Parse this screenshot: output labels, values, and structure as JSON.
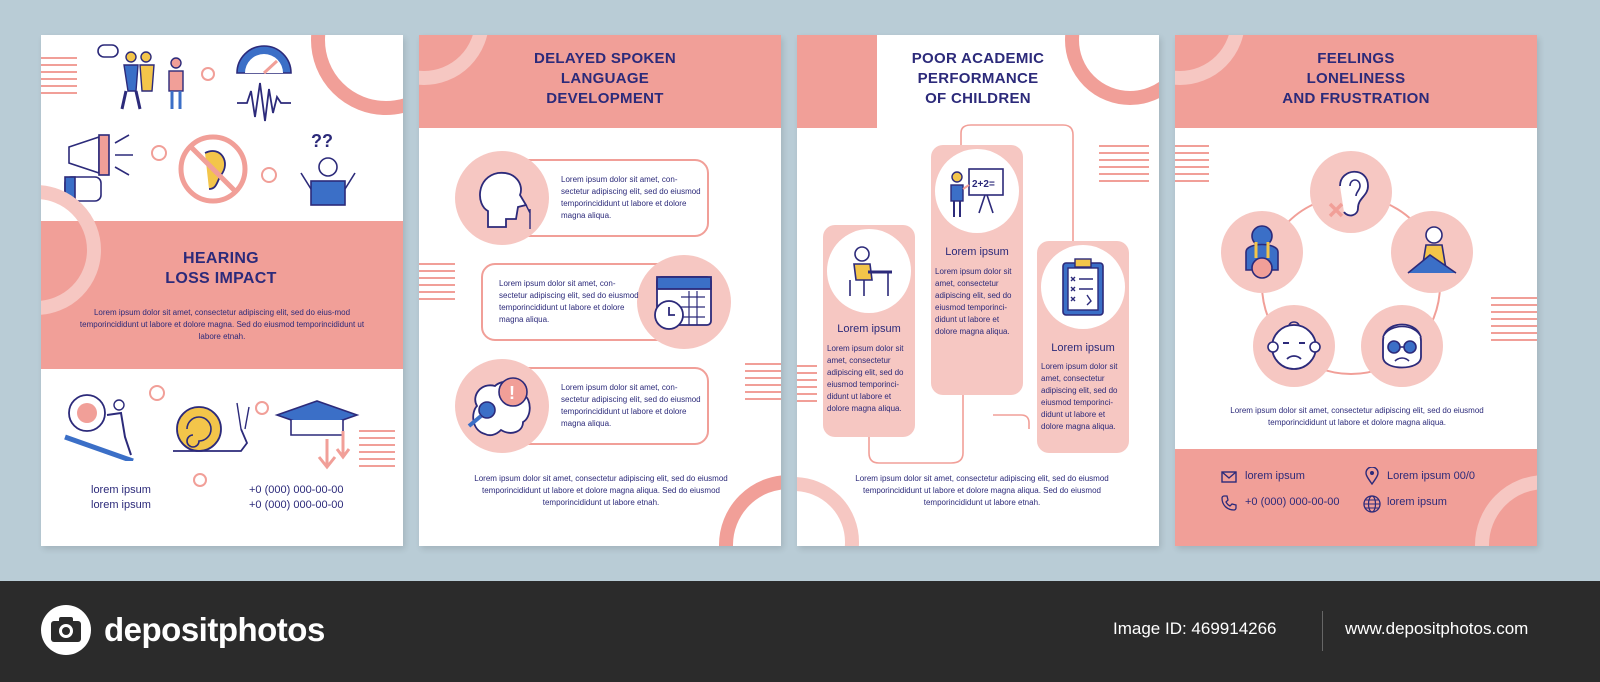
{
  "page1": {
    "title_line1": "HEARING",
    "title_line2": "LOSS IMPACT",
    "body": "Lorem ipsum dolor sit amet, consectetur adipiscing elit, sed do eius-mod temporincididunt ut labore et dolore magna. Sed do eiusmod temporincididunt ut labore etnah.",
    "contact_left": [
      "lorem ipsum",
      "lorem ipsum"
    ],
    "contact_right": [
      "+0 (000) 000-00-00",
      "+0 (000) 000-00-00"
    ]
  },
  "page2": {
    "title": [
      "DELAYED SPOKEN",
      "LANGUAGE",
      "DEVELOPMENT"
    ],
    "items": [
      "Lorem ipsum dolor sit amet, con-sectetur adipiscing elit, sed do eiusmod temporincididunt ut labore et dolore magna aliqua.",
      "Lorem ipsum dolor sit amet, con-sectetur adipiscing elit, sed do eiusmod temporincididunt ut labore et dolore magna aliqua.",
      "Lorem ipsum dolor sit amet, con-sectetur adipiscing elit, sed do eiusmod temporincididunt ut labore et dolore magna aliqua."
    ],
    "footer_text": "Lorem ipsum dolor sit amet, consectetur adipiscing elit, sed do eiusmod temporincididunt ut labore et dolore magna aliqua. Sed do eiusmod temporincididunt ut labore etnah."
  },
  "page3": {
    "title": [
      "POOR ACADEMIC",
      "PERFORMANCE",
      "OF CHILDREN"
    ],
    "cards": [
      {
        "heading": "Lorem ipsum",
        "text": "Lorem ipsum dolor sit amet, consectetur adipiscing elit, sed do eiusmod temporinci-didunt ut labore et dolore magna aliqua."
      },
      {
        "heading": "Lorem ipsum",
        "text": "Lorem ipsum dolor sit amet, consectetur adipiscing elit, sed do eiusmod temporinci-didunt ut labore et dolore magna aliqua."
      },
      {
        "heading": "Lorem ipsum",
        "text": "Lorem ipsum dolor sit amet, consectetur adipiscing elit, sed do eiusmod temporinci-didunt ut labore et dolore magna aliqua."
      }
    ],
    "footer_text": "Lorem ipsum dolor sit amet, consectetur adipiscing elit, sed do eiusmod temporincididunt ut labore et dolore magna aliqua. Sed do eiusmod temporincididunt ut labore etnah."
  },
  "page4": {
    "title": [
      "FEELINGS",
      "LONELINESS",
      "AND FRUSTRATION"
    ],
    "body": "Lorem ipsum dolor sit amet, consectetur adipiscing elit, sed do eiusmod temporincididunt ut labore et dolore magna aliqua.",
    "contacts": {
      "email": "lorem ipsum",
      "location": "Lorem ipsum 00/0",
      "phone": "+0 (000) 000-00-00",
      "web": "lorem ipsum"
    }
  },
  "footer": {
    "brand": "depositphotos",
    "image_id": "Image ID: 469914266",
    "site": "www.depositphotos.com"
  },
  "colors": {
    "accent": "#f19f98",
    "accent_light": "#f6c7c2",
    "text": "#2c2a7a",
    "background": "#b9ccd6"
  }
}
